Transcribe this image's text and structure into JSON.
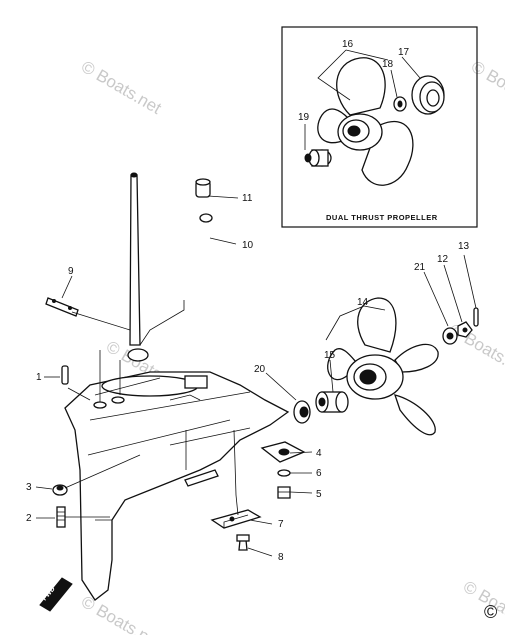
{
  "inset": {
    "title": "DUAL THRUST PROPELLER"
  },
  "watermark": {
    "text": "© Boats.net"
  },
  "copyright_mark": "©",
  "fwd_label": "FWD",
  "callouts": {
    "c1": "1",
    "c2": "2",
    "c3": "3",
    "c4": "4",
    "c5": "5",
    "c6": "6",
    "c7": "7",
    "c8": "8",
    "c9": "9",
    "c10": "10",
    "c11": "11",
    "c12": "12",
    "c13": "13",
    "c14": "14",
    "c15": "15",
    "c16": "16",
    "c17": "17",
    "c18": "18",
    "c19": "19",
    "c20": "20",
    "c21": "21"
  },
  "colors": {
    "ink": "#111111",
    "paper": "#ffffff",
    "watermark": "#c9c9c9"
  }
}
